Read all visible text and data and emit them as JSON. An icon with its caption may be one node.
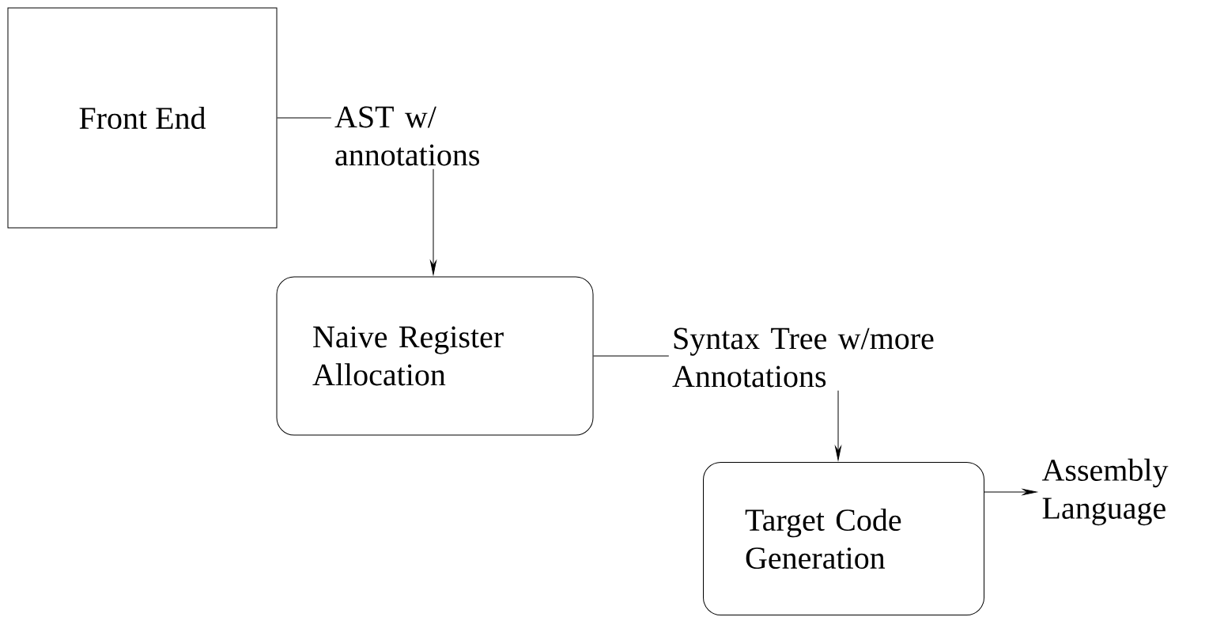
{
  "diagram": {
    "nodes": [
      {
        "text": [
          "Front End"
        ]
      },
      {
        "text": [
          "AST w/ annotations"
        ]
      },
      {
        "text": [
          "Naive Register Allocation"
        ]
      },
      {
        "text": [
          "Syntax Tree w/more Annotations"
        ]
      },
      {
        "text": [
          "Target Code Generation"
        ]
      },
      {
        "text": [
          "Assembly Language"
        ]
      }
    ],
    "edges": [
      {
        "from": 0,
        "to": 1,
        "arrow": "none"
      },
      {
        "from": 1,
        "to": 2,
        "arrow": "to"
      },
      {
        "from": 2,
        "to": 3,
        "arrow": "none"
      },
      {
        "from": 3,
        "to": 4,
        "arrow": "to"
      },
      {
        "from": 4,
        "to": 5,
        "arrow": "to"
      }
    ]
  }
}
